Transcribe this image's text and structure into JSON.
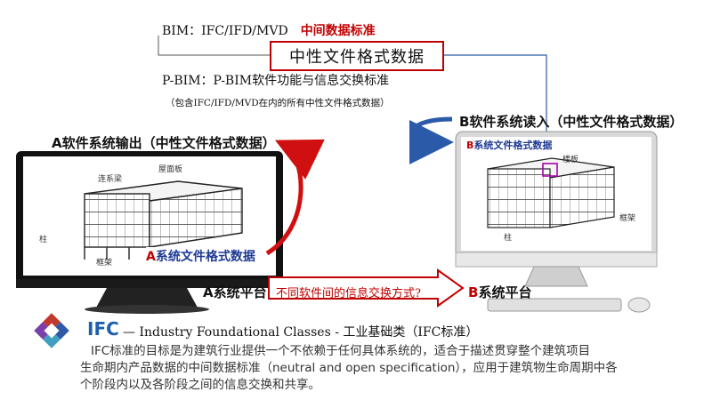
{
  "top": {
    "bim_line": "BIM：IFC/IFD/MVD",
    "bim_red": "中间数据标准",
    "neutral_box": "中性文件格式数据",
    "pbim_line": "P-BIM：P-BIM软件功能与信息交换标准",
    "include_line": "（包含IFC/IFD/MVD在内的所有中性文件格式数据）"
  },
  "a_side": {
    "label": "A软件系统输出（中性文件格式数据）",
    "screen_label_a": "A",
    "screen_label_rest": "系统文件格式数据",
    "platform": "A系统平台",
    "bldg_labels": [
      "连系梁",
      "屋面板",
      "柱",
      "框架"
    ]
  },
  "b_side": {
    "label": "B软件系统读入（中性文件格式数据）",
    "screen_label_b": "B",
    "screen_label_rest": "系统文件格式数据",
    "platform_b": "B",
    "platform_rest": "系统平台",
    "bldg_labels": [
      "楼板",
      "框架",
      "柱"
    ]
  },
  "middle": {
    "question": "不同软件间的信息交换方式?"
  },
  "ifc": {
    "logo_text": "IFC",
    "title": "— Industry Foundational Classes - 工业基础类（IFC标准）",
    "desc_line1": "IFC标准的目标是为建筑行业提供一个不依赖于任何具体系统的，适合于描述贯穿整个建筑项目",
    "desc_line2": "生命期内产品数据的中间数据标准（neutral and open specification），应用于建筑物生命周期中各",
    "desc_line3": "个阶段内以及各阶段之间的信息交换和共享。"
  },
  "colors": {
    "red": "#c00000",
    "blue": "#1f3a93",
    "ifc_blue": "#1f5fae"
  }
}
